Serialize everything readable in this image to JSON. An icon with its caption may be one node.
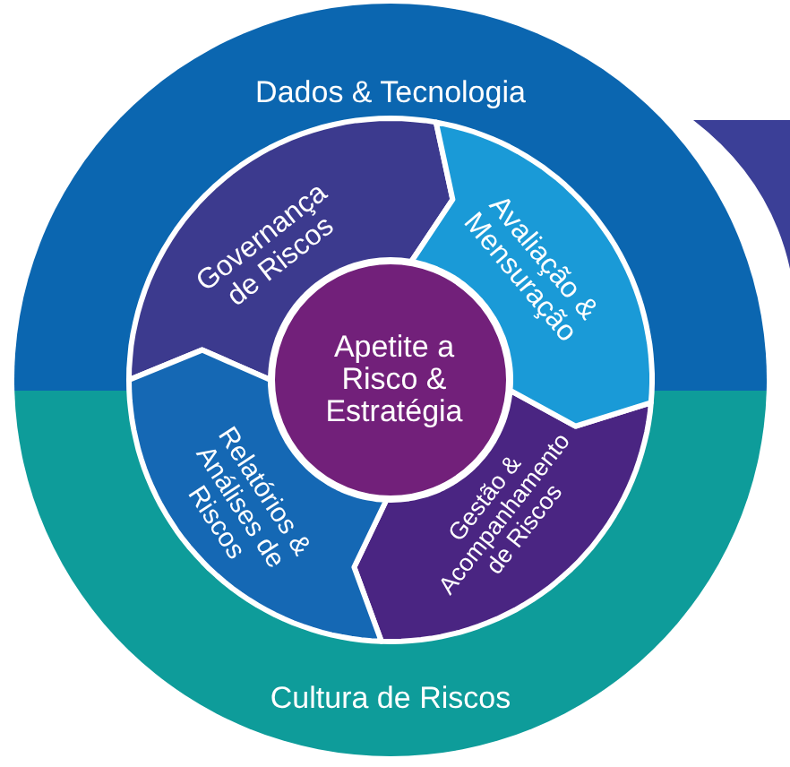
{
  "diagram": {
    "nodes": [
      {
        "text": [
          "Dados & Tecnologia"
        ]
      },
      {
        "text": [
          "Cultura de Riscos"
        ]
      },
      {
        "text": [
          "Governança de Riscos"
        ],
        "in": 0
      },
      {
        "text": [
          "Avaliação & Mensuração"
        ]
      },
      {
        "text": [
          "Gestão & Acompanhamento de Riscos"
        ],
        "in": 1
      },
      {
        "text": [
          "Relatórios & Análises de Riscos"
        ]
      },
      {
        "text": [
          "Apetite a Risco & Estratégia"
        ]
      }
    ]
  }
}
